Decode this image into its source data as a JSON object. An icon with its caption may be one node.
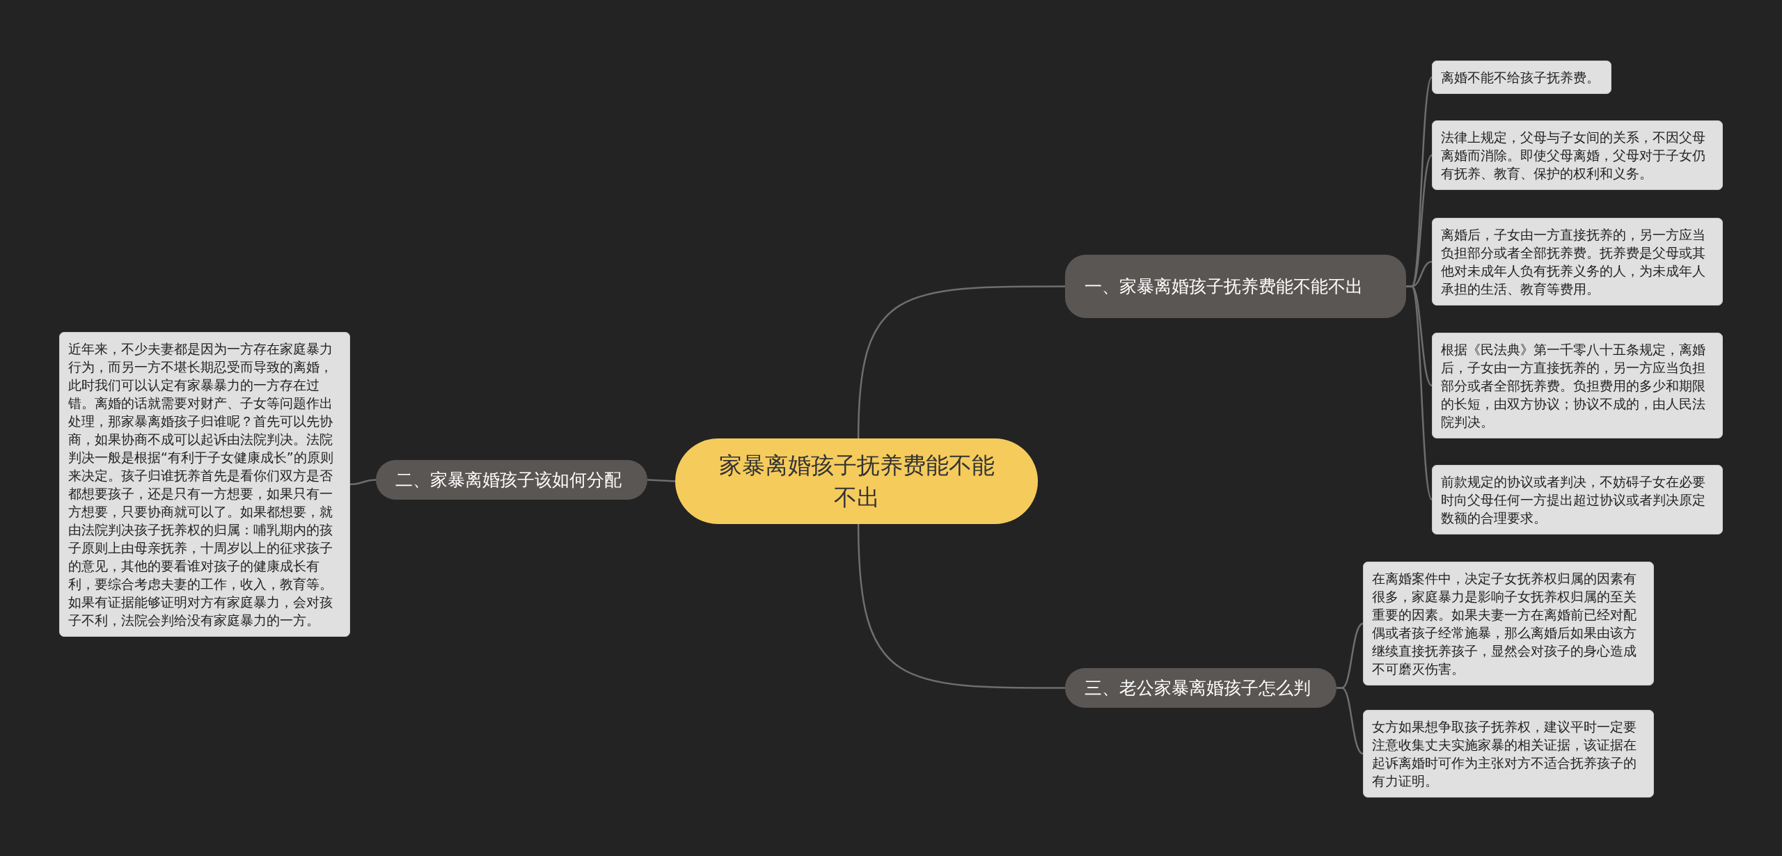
{
  "diagram": {
    "nodes": [
      {
        "text": [
          "家暴离婚孩子抚养费能不能不出"
        ]
      },
      {
        "text": [
          "一、家暴离婚孩子抚养费能不能不出"
        ]
      },
      {
        "text": [
          "离婚不能不给孩子抚养费。"
        ]
      },
      {
        "text": [
          "法律上规定，父母与子女间的关系，不因父母离婚而消除。即使父母离婚，父母对于子女仍有抚养、教育、保护的权利和义务。"
        ]
      },
      {
        "text": [
          "离婚后，子女由一方直接抚养的，另一方应当负担部分或者全部抚养费。抚养费是父母或其他对未成年人负有抚养义务的人，为未成年人承担的生活、教育等费用。"
        ]
      },
      {
        "text": [
          "根据《民法典》第一千零八十五条规定，离婚后，子女由一方直接抚养的，另一方应当负担部分或者全部抚养费。负担费用的多少和期限的长短，由双方协议；协议不成的，由人民法院判决。"
        ]
      },
      {
        "text": [
          "前款规定的协议或者判决，不妨碍子女在必要时向父母任何一方提出超过协议或者判决原定数额的合理要求。"
        ]
      },
      {
        "text": [
          "二、家暴离婚孩子该如何分配"
        ]
      },
      {
        "text": [
          "近年来，不少夫妻都是因为一方存在家庭暴力行为，而另一方不堪长期忍受而导致的离婚，此时我们可以认定有家暴暴力的一方存在过错。离婚的话就需要对财产、子女等问题作出处理，那家暴离婚孩子归谁呢？首先可以先协商，如果协商不成可以起诉由法院判决。法院判决一般是根据“有利于子女健康成长”的原则来决定。孩子归谁抚养首先是看你们双方是否都想要孩子，还是只有一方想要，如果只有一方想要，只要协商就可以了。如果都想要，就由法院判决孩子抚养权的归属：哺乳期内的孩子原则上由母亲抚养，十周岁以上的征求孩子的意见，其他的要看谁对孩子的健康成长有利，要综合考虑夫妻的工作，收入，教育等。如果有证据能够证明对方有家庭暴力，会对孩子不利，法院会判给没有家庭暴力的一方。"
        ]
      },
      {
        "text": [
          "三、老公家暴离婚孩子怎么判"
        ]
      },
      {
        "text": [
          "在离婚案件中，决定子女抚养权归属的因素有很多，家庭暴力是影响子女抚养权归属的至关重要的因素。如果夫妻一方在离婚前已经对配偶或者孩子经常施暴，那么离婚后如果由该方继续直接抚养孩子，显然会对孩子的身心造成不可磨灭伤害。"
        ]
      },
      {
        "text": [
          "女方如果想争取孩子抚养权，建议平时一定要注意收集丈夫实施家暴的相关证据，该证据在起诉离婚时可作为主张对方不适合抚养孩子的有力证明。"
        ]
      }
    ],
    "edges": [
      {
        "from": 0,
        "to": 1,
        "arrow": "none"
      },
      {
        "from": 1,
        "to": 2,
        "arrow": "none"
      },
      {
        "from": 1,
        "to": 3,
        "arrow": "none"
      },
      {
        "from": 1,
        "to": 4,
        "arrow": "none"
      },
      {
        "from": 1,
        "to": 5,
        "arrow": "none"
      },
      {
        "from": 1,
        "to": 6,
        "arrow": "none"
      },
      {
        "from": 0,
        "to": 7,
        "arrow": "none"
      },
      {
        "from": 7,
        "to": 8,
        "arrow": "none"
      },
      {
        "from": 0,
        "to": 9,
        "arrow": "none"
      },
      {
        "from": 9,
        "to": 10,
        "arrow": "none"
      },
      {
        "from": 9,
        "to": 11,
        "arrow": "none"
      }
    ]
  }
}
